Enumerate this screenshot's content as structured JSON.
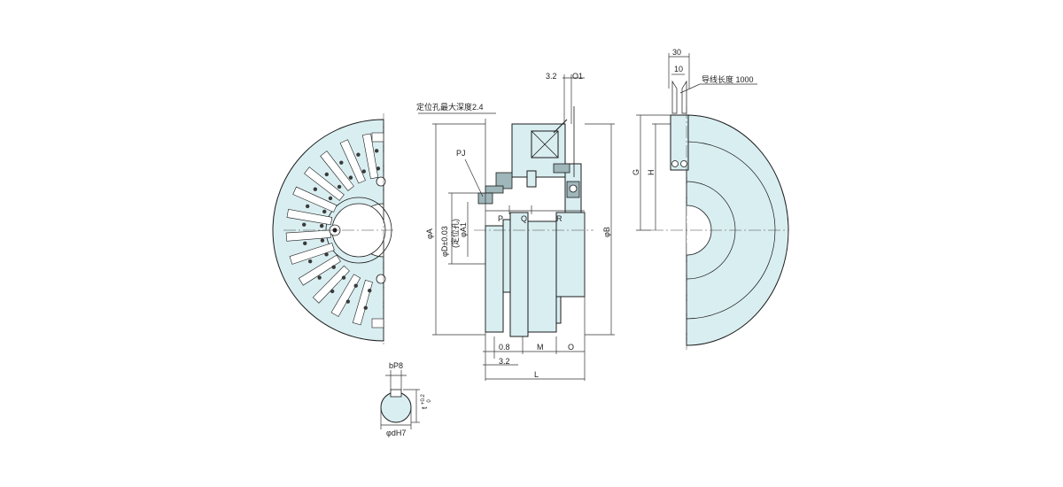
{
  "labels": {
    "locating_hole_depth": "定位孔最大深度2.4",
    "pj": "PJ",
    "phi_a": "φA",
    "phi_d": "φD±0.03",
    "locating_hole": "(定位孔)",
    "phi_a1": "φA1",
    "p": "P",
    "q": "Q",
    "r": "R",
    "phi_b": "φB",
    "dim_3_2_top": "3.2",
    "o1": "O1",
    "dim_0_8": "0.8",
    "m": "M",
    "o": "O",
    "dim_3_2_bottom": "3.2",
    "l": "L",
    "dim_30": "30",
    "dim_10": "10",
    "lead_wire": "导线长度 1000",
    "g": "G",
    "h": "H",
    "b_p8": "bP8",
    "t_tol": "t",
    "t_tol_sup": "+0.2",
    "t_tol_sub": "0",
    "phi_d_h7": "φdH7"
  },
  "colors": {
    "body_fill": "#d9eef1",
    "detail_fill": "#9fb6ba",
    "line": "#1b1b1b"
  }
}
